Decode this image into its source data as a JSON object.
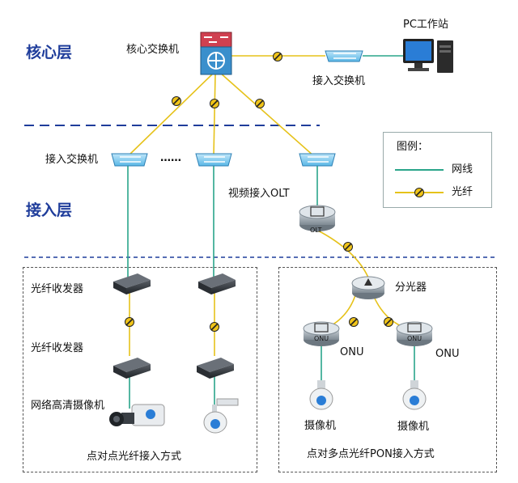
{
  "layers": {
    "core": "核心层",
    "access": "接入层"
  },
  "labels": {
    "core_switch": "核心交换机",
    "pc_station": "PC工作站",
    "access_switch_top": "接入交换机",
    "access_switch_left": "接入交换机",
    "video_olt": "视频接入OLT",
    "olt_text": "OLT",
    "fiber_transceiver_1": "光纤收发器",
    "fiber_transceiver_2": "光纤收发器",
    "network_camera": "网络高清摄像机",
    "splitter": "分光器",
    "onu_1": "ONU",
    "onu_2": "ONU",
    "onu_icon_text": "ONU",
    "camera_1": "摄像机",
    "camera_2": "摄像机",
    "p2p_mode": "点对点光纤接入方式",
    "p2mp_mode": "点对多点光纤PON接入方式",
    "dots": "……"
  },
  "legend": {
    "title": "图例：",
    "network_cable": "网线",
    "fiber": "光纤"
  },
  "colors": {
    "network_cable": "#2aa58a",
    "fiber": "#e6c21a",
    "layer_text": "#1f3d9b",
    "divider": "#1f3d9b",
    "switch": "#56b7e6"
  }
}
